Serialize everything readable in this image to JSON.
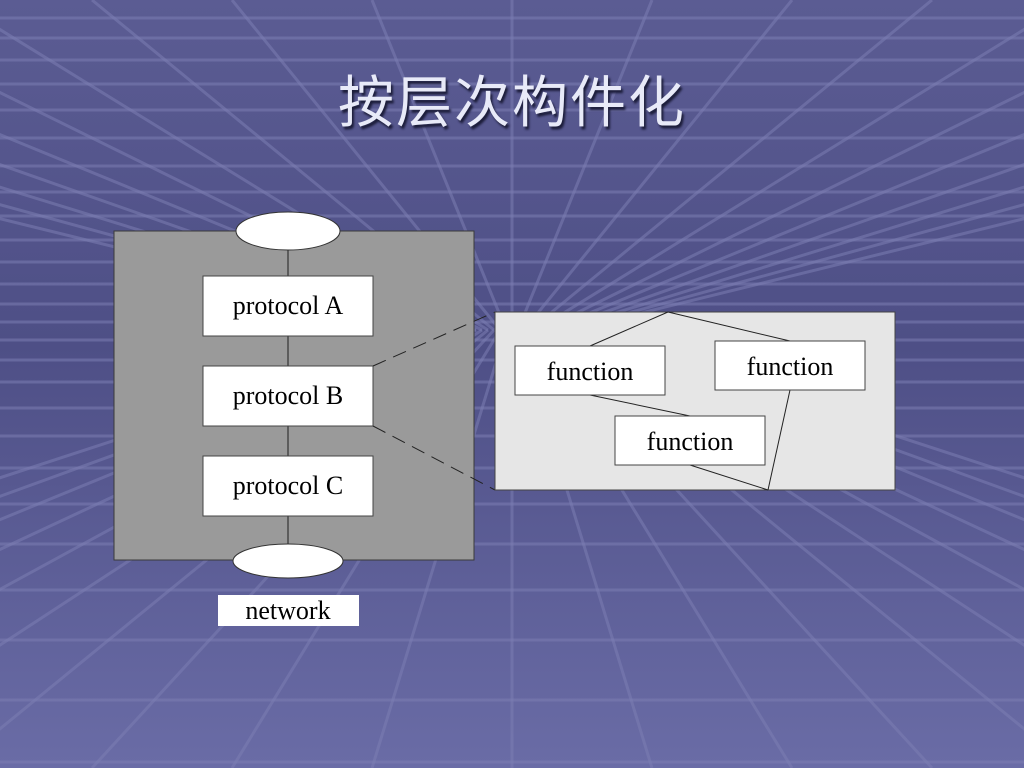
{
  "slide": {
    "title": "按层次构件化"
  },
  "protocol_stack": {
    "layers": [
      {
        "label": "protocol A"
      },
      {
        "label": "protocol B"
      },
      {
        "label": "protocol C"
      }
    ],
    "network_label": "network"
  },
  "function_panel": {
    "functions": [
      {
        "label": "function"
      },
      {
        "label": "function"
      },
      {
        "label": "function"
      }
    ]
  },
  "colors": {
    "background": "#5d5f96",
    "stack_fill": "#9a9a9a",
    "panel_fill": "#e6e6e6",
    "box_fill": "#ffffff"
  }
}
